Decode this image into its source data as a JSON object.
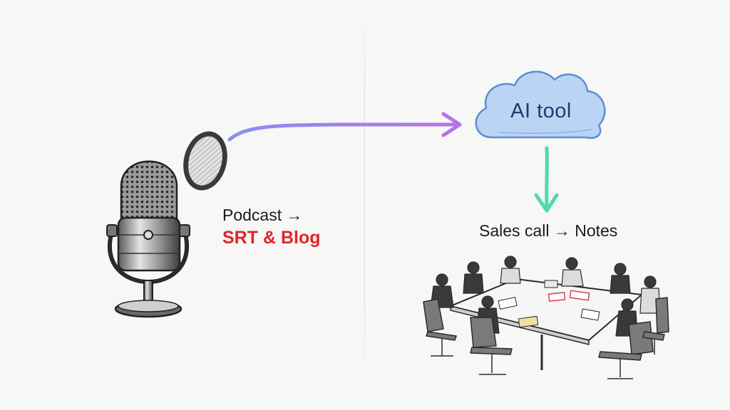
{
  "ai_tool": {
    "label": "AI tool"
  },
  "podcast": {
    "line1": "Podcast →",
    "line2": "SRT & Blog"
  },
  "sales": {
    "label": "Sales call → Notes"
  },
  "colors": {
    "arrow_start": "#8a8ff0",
    "arrow_end": "#b772ea",
    "down_arrow": "#4fd9b0",
    "cloud_fill": "#bcd4f4",
    "cloud_stroke": "#5b8ed3",
    "highlight_red": "#e0242b"
  },
  "icons": [
    "microphone-icon",
    "cloud-icon",
    "meeting-table-illustration"
  ]
}
